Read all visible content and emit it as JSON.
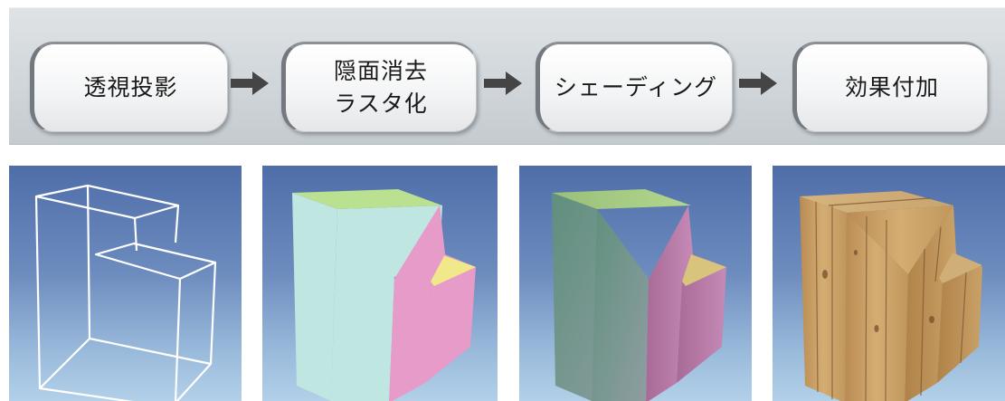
{
  "stages": [
    {
      "label": "透視投影"
    },
    {
      "label": "隠面消去\nラスタ化"
    },
    {
      "label": "シェーディング"
    },
    {
      "label": "効果付加"
    }
  ],
  "arrows": [
    "arrow-right-icon",
    "arrow-right-icon",
    "arrow-right-icon"
  ],
  "panels": [
    {
      "name": "wireframe-panel",
      "style": "wireframe"
    },
    {
      "name": "flat-panel",
      "style": "flat-color"
    },
    {
      "name": "shaded-panel",
      "style": "shaded"
    },
    {
      "name": "textured-panel",
      "style": "wood-texture"
    }
  ],
  "colors": {
    "band": "#d3d8dc",
    "arrow": "#454545",
    "sky_top": "#4f6ea9",
    "sky_bottom": "#b2d0e8",
    "face_left_flat": "#bfe6e0",
    "face_right_flat": "#e79bc8",
    "face_top_flat": "#b9e18f",
    "face_step_flat": "#f1e88b",
    "wood": "#c39a5e"
  }
}
